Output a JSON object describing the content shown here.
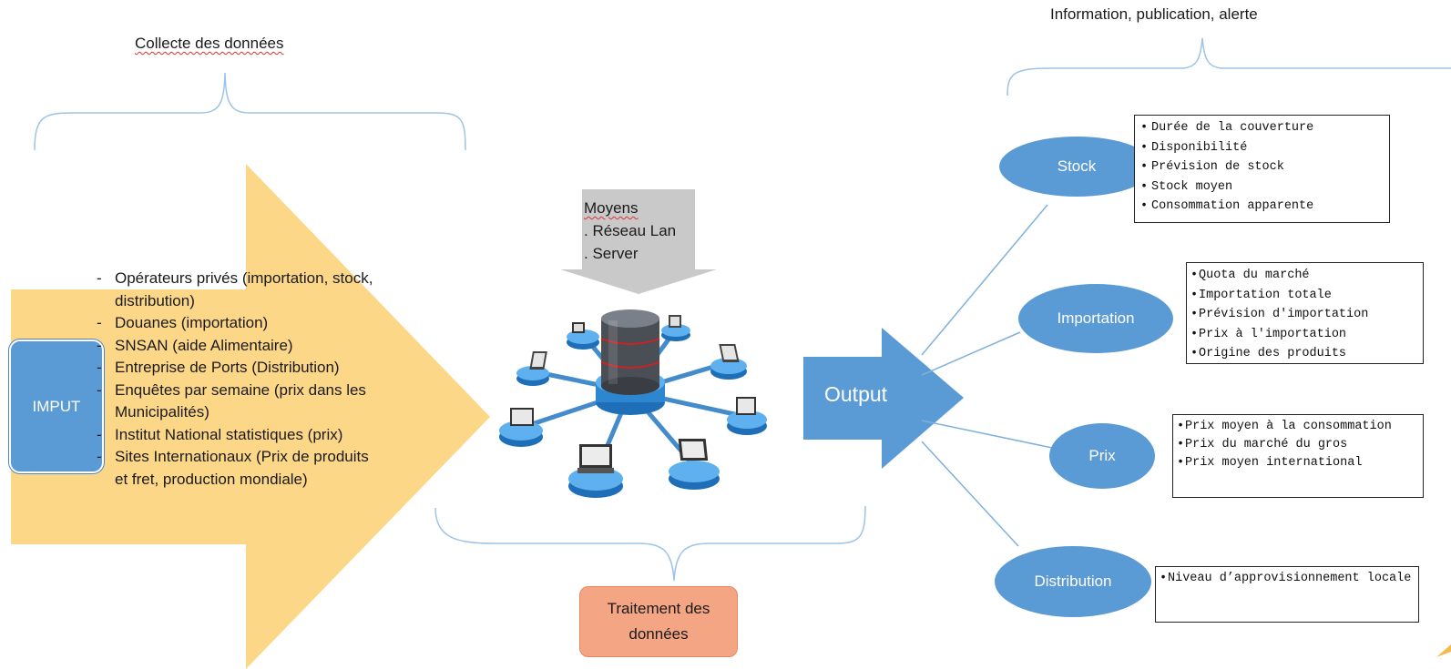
{
  "labels": {
    "collecte": "Collecte des données",
    "information": "Information, publication, alerte",
    "imput": "IMPUT",
    "output": "Output",
    "traitement": "Traitement des données"
  },
  "moyens": [
    "Moyens",
    ". Réseau Lan",
    ". Server"
  ],
  "sources": [
    "Opérateurs privés (importation, stock, distribution)",
    "Douanes (importation)",
    "SNSAN (aide Alimentaire)",
    "Entreprise de Ports (Distribution)",
    "Enquêtes par semaine (prix dans les Municipalités)",
    "Institut National statistiques (prix)",
    "Sites Internationaux (Prix de produits et fret, production mondiale)"
  ],
  "outputs": [
    {
      "name": "Stock",
      "items": [
        "Durée de la couverture",
        "Disponibilité",
        "Prévision de stock",
        "Stock moyen",
        "Consommation apparente"
      ]
    },
    {
      "name": "Importation",
      "items": [
        "Quota du marché",
        "Importation totale",
        "Prévision d'importation",
        "Prix à l'importation",
        "Origine des produits"
      ]
    },
    {
      "name": "Prix",
      "items": [
        "Prix moyen à la consommation",
        "Prix du marché du gros",
        "Prix moyen international"
      ]
    },
    {
      "name": "Distribution",
      "items": [
        "Niveau d’approvisionnement locale"
      ]
    }
  ],
  "colors": {
    "arrow_yellow": "#fdd47e",
    "blue": "#5b9bd5",
    "grey_arrow": "#c9c9c9",
    "traitement_fill": "#f4a583",
    "traitement_border": "#e9855b",
    "brace": "#9dc3e6"
  },
  "icons": [
    "network-database-icon",
    "laptop-icon",
    "database-cylinder-icon"
  ]
}
